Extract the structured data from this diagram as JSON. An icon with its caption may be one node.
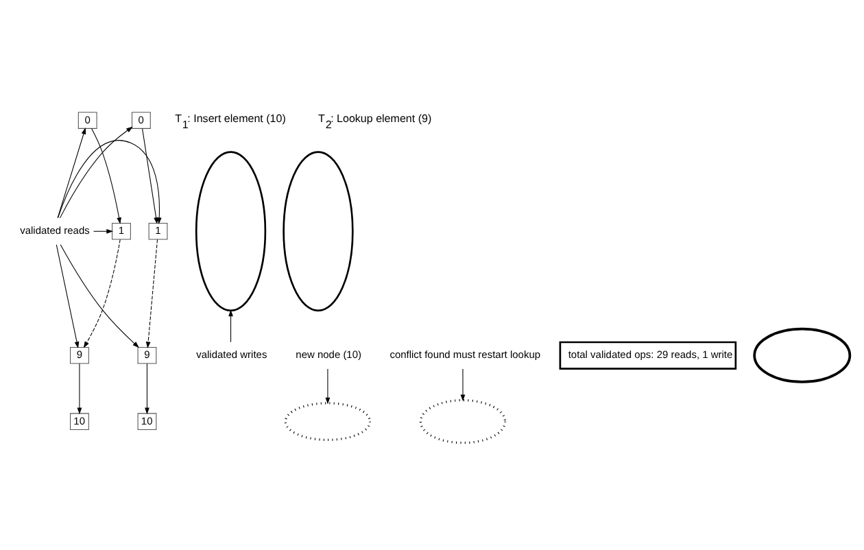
{
  "diagram": {
    "nodes": [
      {
        "text": [
          "0"
        ]
      },
      {
        "text": [
          "1"
        ]
      },
      {
        "text": [
          "9"
        ]
      },
      {
        "text": [
          "10"
        ]
      },
      {
        "text": [
          "0"
        ]
      },
      {
        "text": [
          "1"
        ]
      },
      {
        "text": [
          "9"
        ]
      },
      {
        "text": [
          "10"
        ]
      },
      {
        "text": [
          "validated reads"
        ]
      },
      {
        "text": [
          "validated writes"
        ]
      },
      {
        "text": [
          "new node (10)"
        ]
      },
      {
        "text": [
          "conflict found must restart lookup"
        ]
      },
      {
        "text": [
          "total validated ops: 29 reads, 1 write"
        ]
      },
      {
        "text": [],
        "shape": "ellipse"
      },
      {
        "text": [],
        "shape": "ellipse"
      },
      {
        "text": [],
        "shape": "ellipse"
      },
      {
        "text": [],
        "shape": "ellipse"
      },
      {
        "text": [],
        "shape": "ellipse"
      }
    ],
    "edges": [
      {
        "from": 0,
        "to": 1,
        "arrow": "to"
      },
      {
        "from": 1,
        "to": 2,
        "arrow": "to",
        "style": "dashed"
      },
      {
        "from": 2,
        "to": 3,
        "arrow": "to"
      },
      {
        "from": 4,
        "to": 5,
        "arrow": "to"
      },
      {
        "from": 5,
        "to": 6,
        "arrow": "to",
        "style": "dashed"
      },
      {
        "from": 6,
        "to": 7,
        "arrow": "to"
      },
      {
        "from": 8,
        "to": 0,
        "arrow": "to"
      },
      {
        "from": 8,
        "to": 1,
        "arrow": "to"
      },
      {
        "from": 8,
        "to": 2,
        "arrow": "to"
      },
      {
        "from": 8,
        "to": 4,
        "arrow": "to"
      },
      {
        "from": 8,
        "to": 5,
        "arrow": "to"
      },
      {
        "from": 8,
        "to": 6,
        "arrow": "to"
      },
      {
        "from": 9,
        "to": 13,
        "arrow": "to"
      },
      {
        "from": 10,
        "to": 14,
        "arrow": "to"
      },
      {
        "from": 11,
        "to": 15,
        "arrow": "to"
      }
    ],
    "labels": [
      "T$_{1}$: Insert element (10)",
      "T$_{2}$: Lookup element (9)"
    ]
  }
}
